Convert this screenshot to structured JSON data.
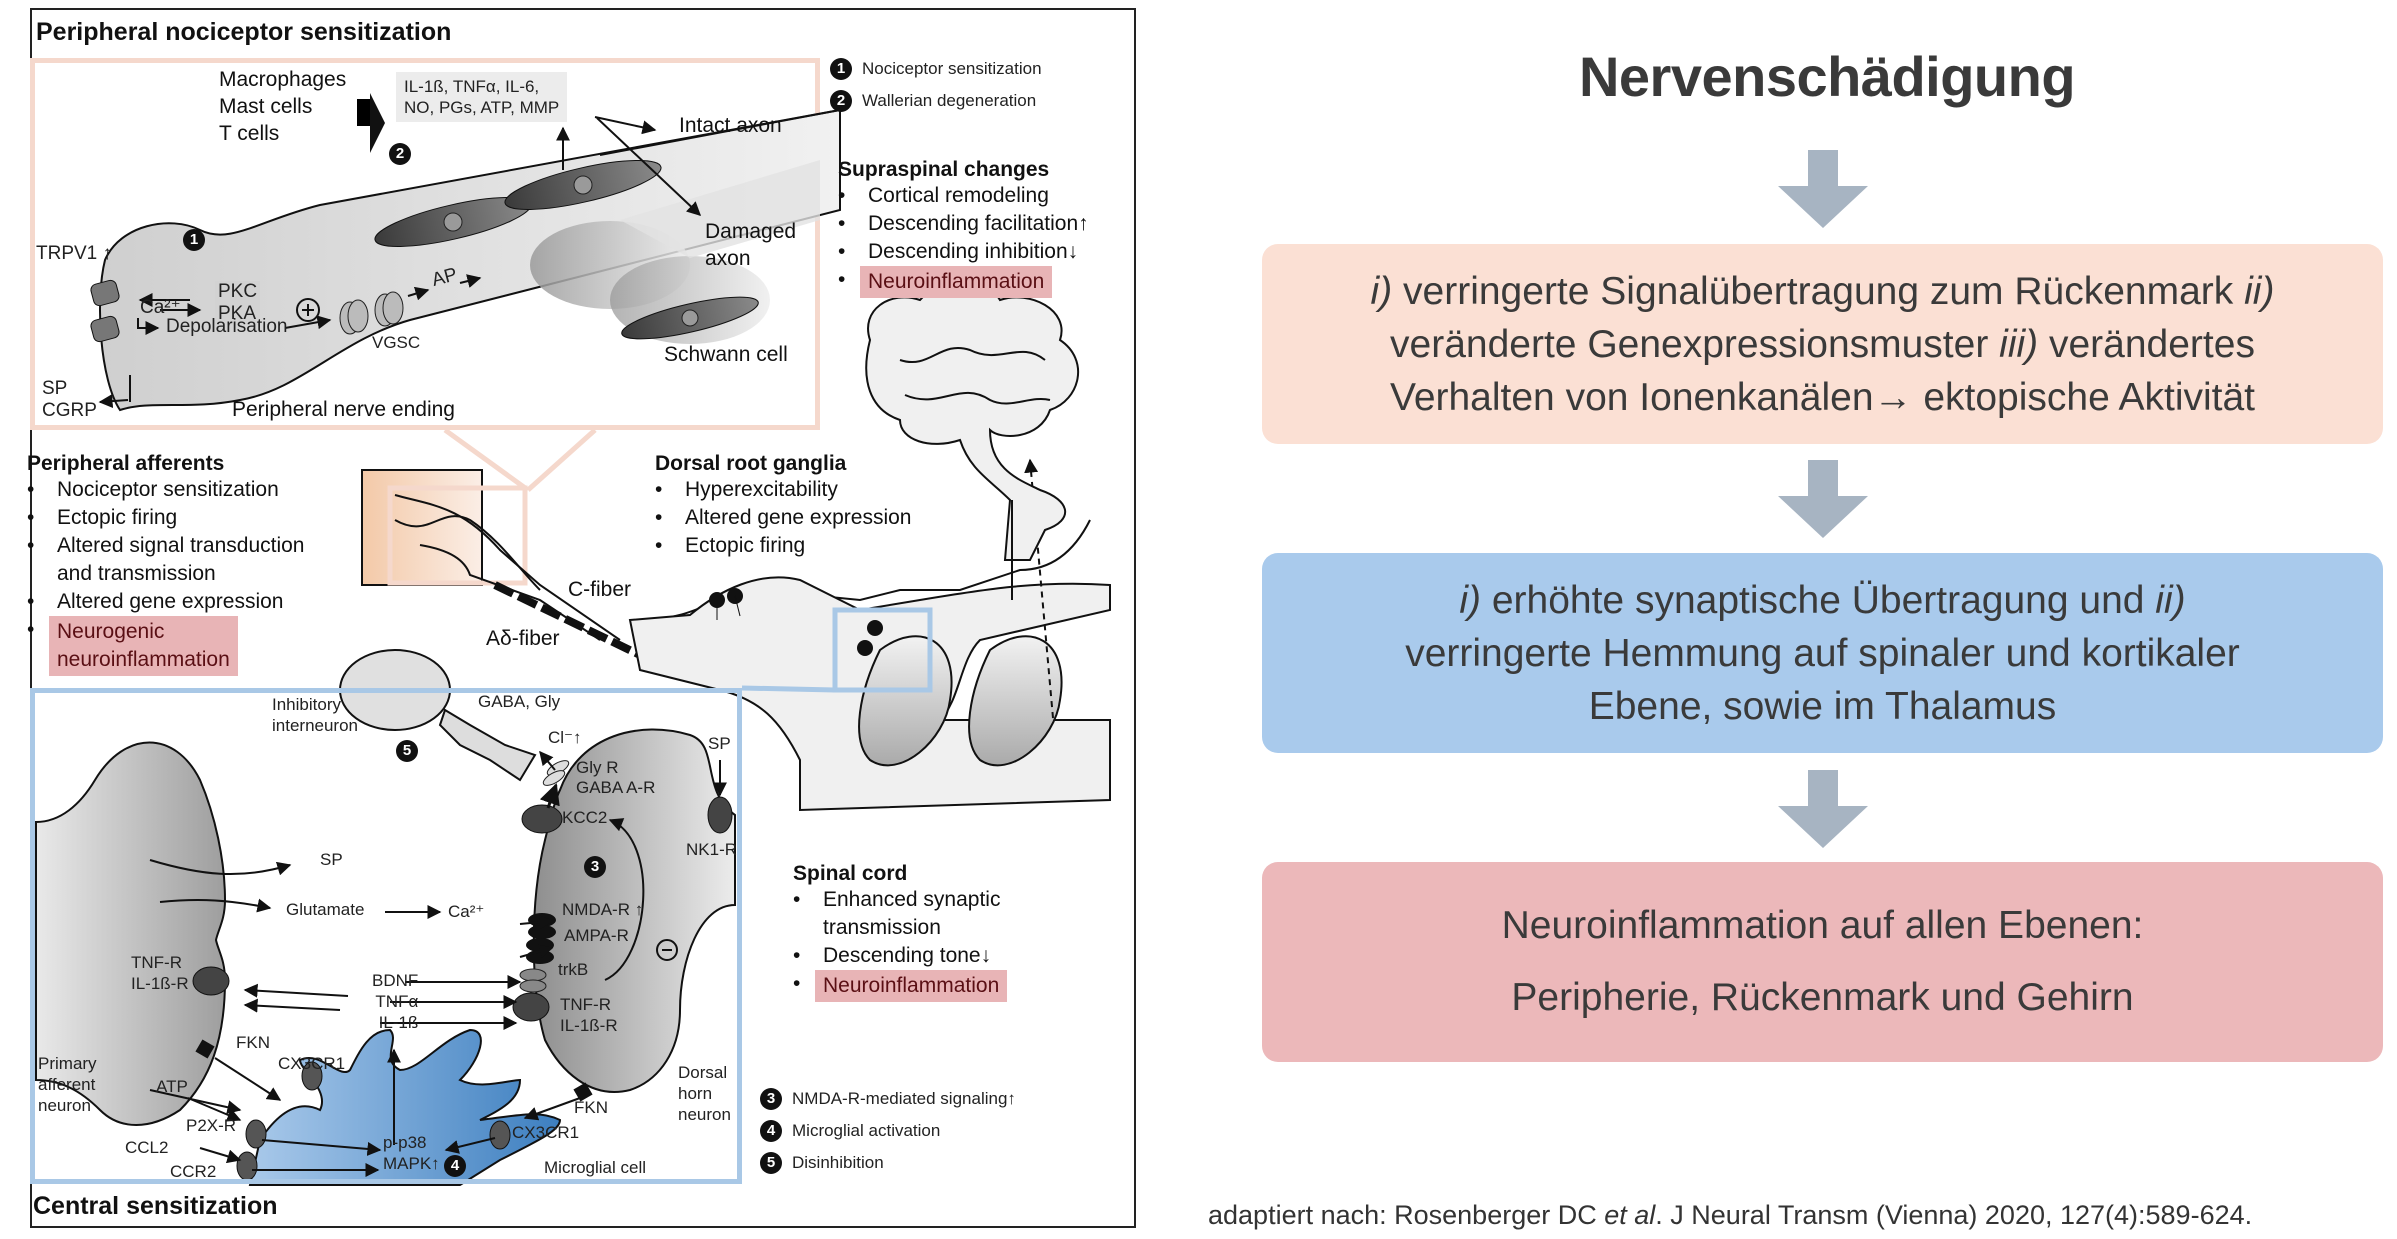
{
  "figure": {
    "peripheral_title": "Peripheral nociceptor sensitization",
    "central_title": "Central sensitization",
    "peripheral_inset": {
      "immune_cells": [
        "Macrophages",
        "Mast cells",
        "T cells"
      ],
      "mediators": [
        "IL-1ß, TNFα, IL-6,",
        "NO, PGs, ATP, MMP"
      ],
      "intact_axon": "Intact axon",
      "damaged_axon": [
        "Damaged",
        "axon"
      ],
      "schwann_cell": "Schwann cell",
      "nerve_ending": "Peripheral nerve ending",
      "trpv1": "TRPV1 ↑",
      "pkc": "PKC",
      "pka": "PKA",
      "ca": "Ca²⁺",
      "depolarisation": "Depolarisation",
      "plus": "+",
      "ap": "AP",
      "vgsc": "VGSC",
      "sp_cgrp": [
        "SP",
        "CGRP"
      ],
      "marker1": "1",
      "marker2": "2"
    },
    "legend_top": [
      {
        "num": "1",
        "label": "Nociceptor sensitization"
      },
      {
        "num": "2",
        "label": "Wallerian degeneration"
      }
    ],
    "supraspinal": {
      "title": "Supraspinal changes",
      "items": [
        "Cortical remodeling",
        "Descending facilitation↑",
        "Descending inhibition↓"
      ],
      "highlight": "Neuroinflammation"
    },
    "peripheral_afferents": {
      "title": "Peripheral afferents",
      "items": [
        "Nociceptor sensitization",
        "Ectopic firing",
        "Altered signal transduction",
        "and transmission",
        "Altered gene expression"
      ],
      "highlight": [
        "Neurogenic",
        "neuroinflammation"
      ]
    },
    "drg": {
      "title": "Dorsal root ganglia",
      "items": [
        "Hyperexcitability",
        "Altered gene expression",
        "Ectopic firing"
      ]
    },
    "fibers": {
      "c_fiber": "C-fiber",
      "ad_fiber": "Aδ-fiber"
    },
    "spinal_cord": {
      "title": "Spinal cord",
      "items": [
        "Enhanced synaptic",
        "transmission",
        "Descending tone↓"
      ],
      "highlight": "Neuroinflammation"
    },
    "central_inset": {
      "inhibitory": [
        "Inhibitory",
        "interneuron"
      ],
      "gaba_gly": "GABA, Gly",
      "cl": "Cl⁻↑",
      "gly_r": "Gly R",
      "gaba_a_r": "GABA A-R",
      "kcc2": "KCC2",
      "sp_top": "SP",
      "nk1r": "NK1-R",
      "sp": "SP",
      "glutamate": "Glutamate",
      "ca": "Ca²⁺",
      "nmda": "NMDA-R ↑",
      "ampa": "AMPA-R",
      "trkb": "trkB",
      "minus": "−",
      "bdnf": "BDNF",
      "tnfa": "TNFα",
      "il1b": "IL-1ß",
      "tnfr_left": [
        "TNF-R",
        "IL-1ß-R"
      ],
      "tnfr_right": [
        "TNF-R",
        "IL-1ß-R"
      ],
      "fkn_left": "FKN",
      "fkn_right": "FKN",
      "cx3cr1_top": "CX3CR1",
      "cx3cr1_right": "CX3CR1",
      "atp": "ATP",
      "p2xr": "P2X-R",
      "ccl2": "CCL2",
      "ccr2": "CCR2",
      "pp38": [
        "p-p38",
        "MAPK↑"
      ],
      "primary": [
        "Primary",
        "afferent",
        "neuron"
      ],
      "dorsal_horn": [
        "Dorsal",
        "horn",
        "neuron"
      ],
      "microglial": "Microglial cell",
      "marker3": "3",
      "marker4": "4",
      "marker5": "5"
    },
    "legend_bottom": [
      {
        "num": "3",
        "label": "NMDA-R-mediated  signaling↑"
      },
      {
        "num": "4",
        "label": "Microglial activation"
      },
      {
        "num": "5",
        "label": "Disinhibition"
      }
    ]
  },
  "flow": {
    "title": "Nervenschädigung",
    "box1": {
      "lines": [
        [
          {
            "t": "i)",
            "i": true
          },
          {
            "t": " verringerte Signalübertragung zum Rückenmark "
          },
          {
            "t": "ii)",
            "i": true
          }
        ],
        [
          {
            "t": "veränderte Genexpressionsmuster "
          },
          {
            "t": "iii)",
            "i": true
          },
          {
            "t": " verändertes"
          }
        ],
        [
          {
            "t": "Verhalten von Ionenkanälen→ ektopische Aktivität"
          }
        ]
      ]
    },
    "box2": {
      "lines": [
        [
          {
            "t": "i)",
            "i": true
          },
          {
            "t": " erhöhte synaptische Übertragung und "
          },
          {
            "t": "ii)",
            "i": true
          }
        ],
        [
          {
            "t": "verringerte Hemmung auf spinaler und kortikaler"
          }
        ],
        [
          {
            "t": "Ebene, sowie im Thalamus"
          }
        ]
      ]
    },
    "box3": {
      "lines": [
        "Neuroinflammation auf allen Ebenen:",
        "Peripherie, Rückenmark und Gehirn"
      ]
    },
    "colors": {
      "box1": "#fbe0d4",
      "box2": "#a9caec",
      "box3": "#ecb8ba",
      "arrow": "#a7b4c2"
    }
  },
  "citation": {
    "prefix": "adaptiert nach: Rosenberger DC ",
    "etal": "et al",
    "suffix": ". J Neural Transm (Vienna) 2020, 127(4):589-624."
  }
}
